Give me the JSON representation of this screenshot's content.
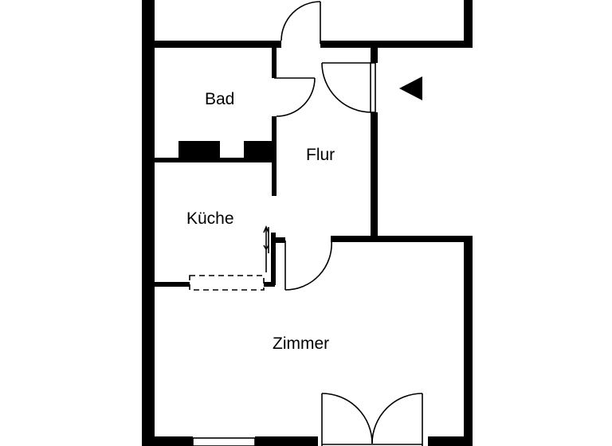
{
  "floorplan": {
    "rooms": [
      {
        "id": "bad",
        "label": "Bad"
      },
      {
        "id": "flur",
        "label": "Flur"
      },
      {
        "id": "kueche",
        "label": "Küche"
      },
      {
        "id": "zimmer",
        "label": "Zimmer"
      }
    ],
    "entrance_marker": {
      "icon": "entrance-arrow-icon",
      "direction": "left"
    },
    "colors": {
      "wall": "#000000",
      "background": "#ffffff"
    }
  }
}
